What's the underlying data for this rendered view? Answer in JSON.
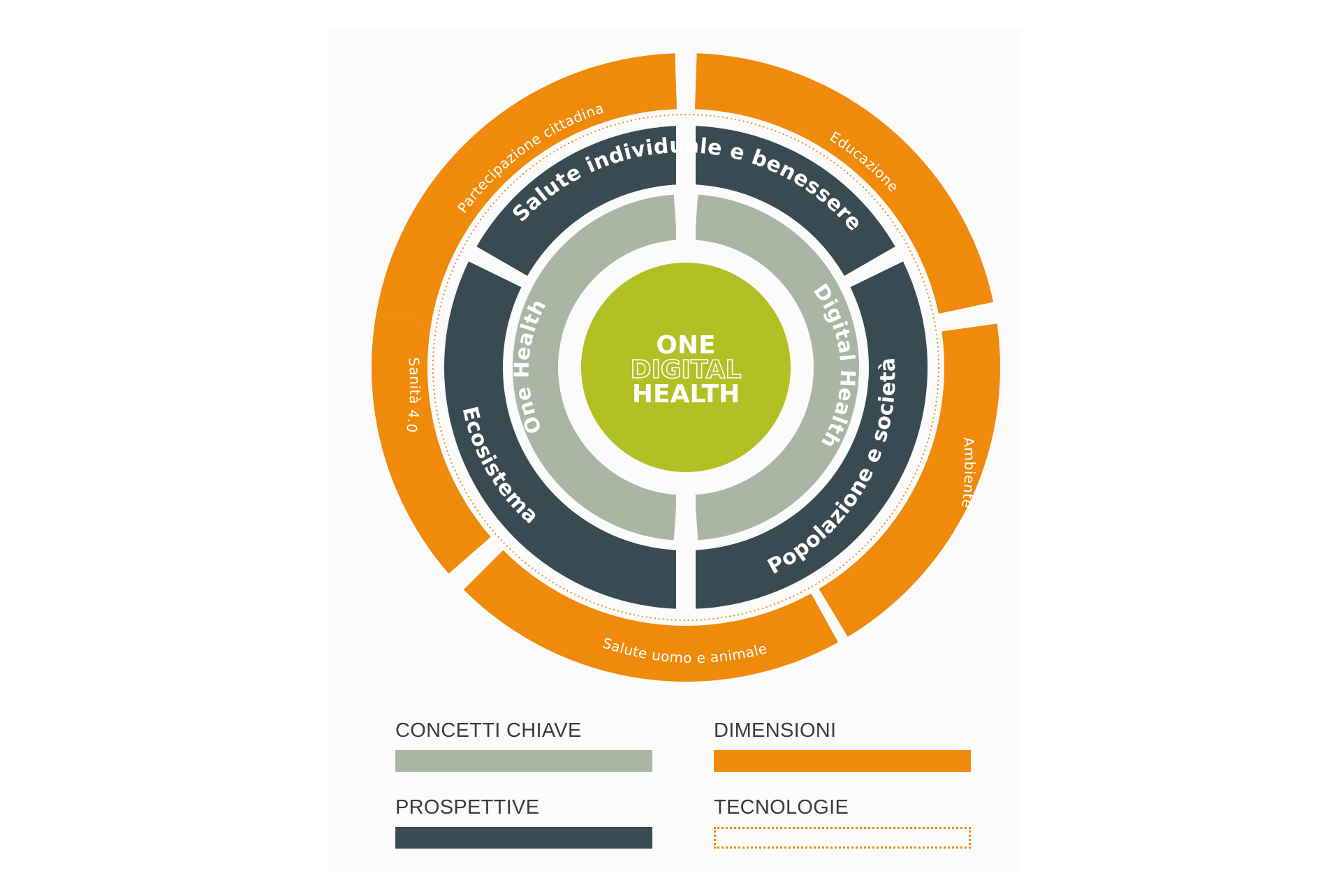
{
  "diagram": {
    "center": {
      "line1": "ONE",
      "line2": "DIGITAL",
      "line3": "HEALTH",
      "color": "#b2c024"
    },
    "concetti_chiave": {
      "color": "#aab6a3",
      "items": [
        {
          "label": "One Health"
        },
        {
          "label": "Digital Health"
        }
      ]
    },
    "prospettive": {
      "color": "#394b52",
      "items": [
        {
          "label": "Salute individuale e benessere"
        },
        {
          "label": "Popolazione e società"
        },
        {
          "label": "Ecosistema"
        }
      ]
    },
    "dimensioni": {
      "color": "#ef8a0b",
      "items": [
        {
          "label": "Partecipazione cittadina"
        },
        {
          "label": "Educazione"
        },
        {
          "label": "Ambiente"
        },
        {
          "label": "Salute uomo e animale"
        },
        {
          "label": "Sanità 4.0"
        }
      ]
    },
    "tecnologie": {
      "color": "#ef8a0b"
    }
  },
  "legend": {
    "concetti_chiave": {
      "label": "CONCETTI CHIAVE",
      "color": "#aab6a3"
    },
    "dimensioni": {
      "label": "DIMENSIONI",
      "color": "#ef8a0b"
    },
    "prospettive": {
      "label": "PROSPETTIVE",
      "color": "#394b52"
    },
    "tecnologie": {
      "label": "TECNOLOGIE",
      "color": "#ef8a0b"
    }
  }
}
